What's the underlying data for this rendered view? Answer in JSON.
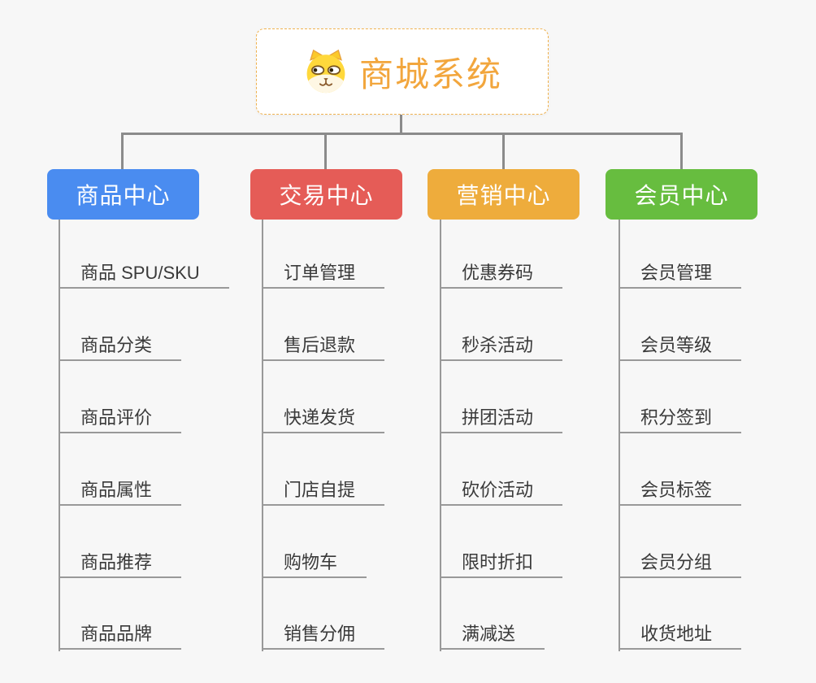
{
  "root": {
    "title": "商城系统",
    "icon": "dog-face-icon"
  },
  "colors": {
    "root_accent": "#f2a63d",
    "root_border": "#f0b24f",
    "branch_product": "#4a8cf0",
    "branch_trade": "#e55c57",
    "branch_marketing": "#eeac3c",
    "branch_member": "#67bd3f",
    "connector_primary": "#8b8b8b",
    "connector_secondary": "#999999",
    "leaf_text": "#3a3a3a",
    "background": "#f7f7f7"
  },
  "branches": [
    {
      "label": "商品中心",
      "color": "#4a8cf0",
      "items": [
        "商品 SPU/SKU",
        "商品分类",
        "商品评价",
        "商品属性",
        "商品推荐",
        "商品品牌"
      ]
    },
    {
      "label": "交易中心",
      "color": "#e55c57",
      "items": [
        "订单管理",
        "售后退款",
        "快递发货",
        "门店自提",
        "购物车",
        "销售分佣"
      ]
    },
    {
      "label": "营销中心",
      "color": "#eeac3c",
      "items": [
        "优惠券码",
        "秒杀活动",
        "拼团活动",
        "砍价活动",
        "限时折扣",
        "满减送"
      ]
    },
    {
      "label": "会员中心",
      "color": "#67bd3f",
      "items": [
        "会员管理",
        "会员等级",
        "积分签到",
        "会员标签",
        "会员分组",
        "收货地址"
      ]
    }
  ]
}
